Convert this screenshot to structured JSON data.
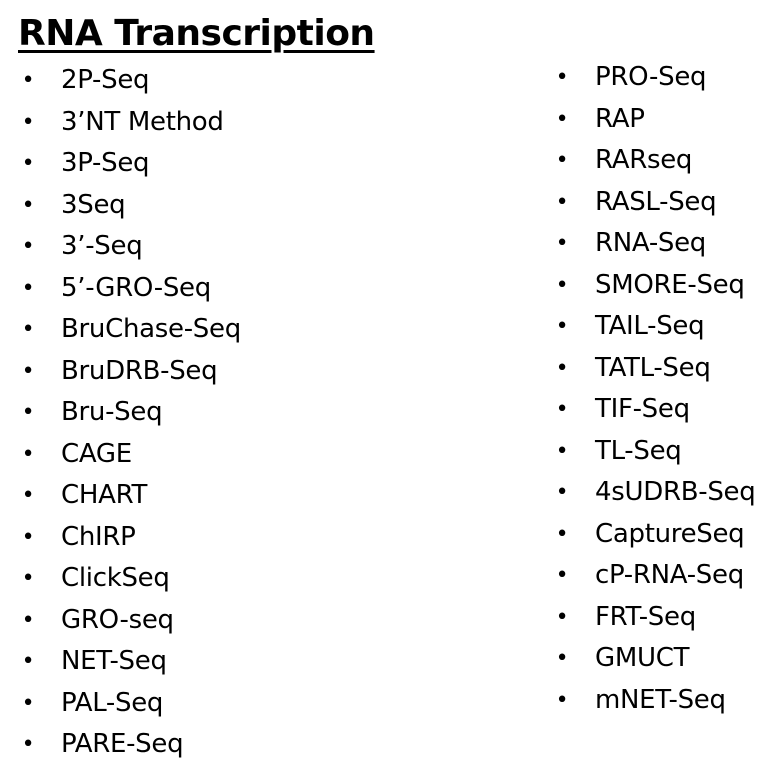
{
  "title": "RNA Transcription",
  "bullet_glyph": "•",
  "left_items": [
    "2P-Seq",
    "3’NT Method",
    "3P-Seq",
    "3Seq",
    "3’-Seq",
    "5’-GRO-Seq",
    "BruChase-Seq",
    "BruDRB-Seq",
    "Bru-Seq",
    "CAGE",
    "CHART",
    "ChIRP",
    "ClickSeq",
    "GRO-seq",
    "NET-Seq",
    "PAL-Seq",
    "PARE-Seq"
  ],
  "right_items": [
    "PRO-Seq",
    "RAP",
    "RARseq",
    "RASL-Seq",
    "RNA-Seq",
    "SMORE-Seq",
    "TAIL-Seq",
    "TATL-Seq",
    "TIF-Seq",
    "TL-Seq",
    "4sUDRB-Seq",
    "CaptureSeq",
    "cP-RNA-Seq",
    "FRT-Seq",
    "GMUCT",
    "mNET-Seq"
  ]
}
